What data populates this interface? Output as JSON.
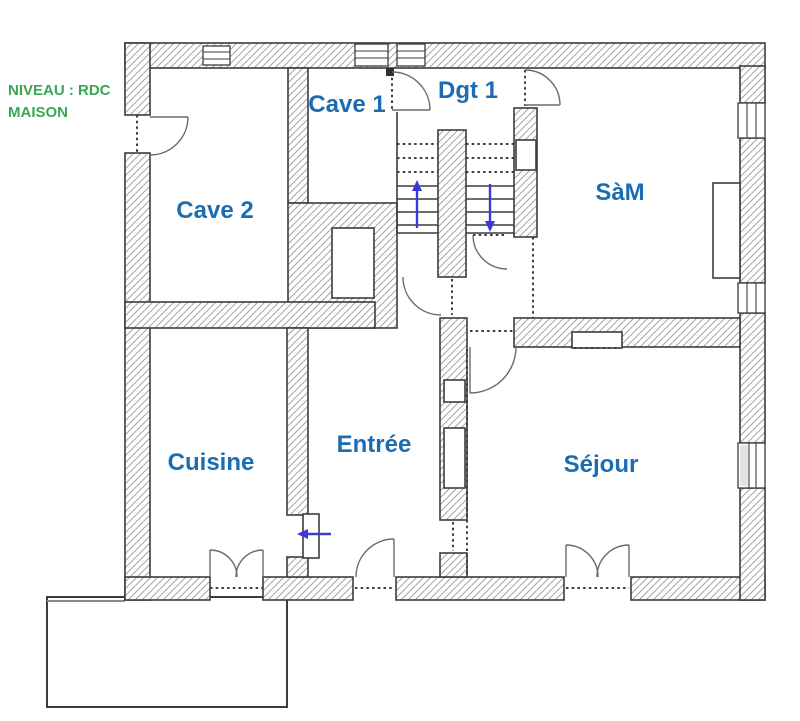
{
  "plan": {
    "level_label": "NIVEAU : RDC",
    "building_label": "MAISON",
    "rooms": {
      "cave1": {
        "label": "Cave 1"
      },
      "cave2": {
        "label": "Cave 2"
      },
      "dgt1": {
        "label": "Dgt 1"
      },
      "sam": {
        "label": "SàM"
      },
      "cuisine": {
        "label": "Cuisine"
      },
      "entree": {
        "label": "Entrée"
      },
      "sejour": {
        "label": "Séjour"
      }
    },
    "stairs": {
      "up_icon": "stairs-up-arrow",
      "down_icon": "stairs-down-arrow"
    },
    "colors": {
      "room_label": "#1b6db3",
      "level_label": "#3aa655",
      "stair_arrow": "#3a3ad6",
      "wall_stroke": "#3c3c3c"
    }
  }
}
